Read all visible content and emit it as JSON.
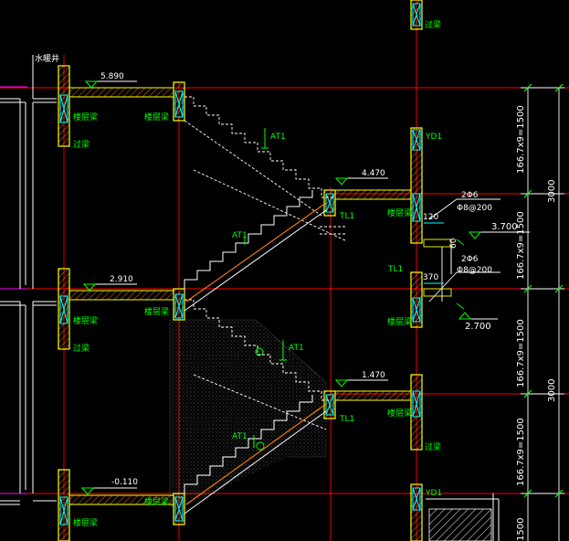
{
  "colors": {
    "background": "#000000",
    "grid": "#ff0000",
    "wall_outline": "#ffff00",
    "hatch": "#ff7f00",
    "column_mark": "#00ffff",
    "text_label": "#00ff00",
    "dimension": "#ffffff",
    "dim_tick": "#00ff00",
    "slab_edge": "#ff00ff"
  },
  "labels": {
    "shaft": "水暖井",
    "landing_beam": "楼层梁",
    "over_beam": "过梁",
    "at1": "AT1",
    "tl1": "TL1",
    "yd1": "YD1",
    "level_5890": "5.890",
    "level_4470": "4.470",
    "level_2910": "2.910",
    "level_1470": "1.470",
    "level_minus110": "-0.110",
    "level_3700": "3.700",
    "level_2700": "2.700",
    "bar_2c6_a": "2Φ6",
    "bar_c8_200_a": "Φ8@200",
    "bar_2c6_b": "2Φ6",
    "bar_c8_200_b": "Φ8@200",
    "dim_120": "120",
    "dim_370": "370",
    "num_60": "60",
    "dim_steps_1": "166.7x9=1500",
    "dim_steps_2": "166.7x9=1500",
    "dim_steps_3": "166.7x9=1500",
    "dim_steps_4": "166.7x9=1500",
    "dim_steps_5": "1500",
    "dim_3000_a": "3000",
    "dim_3000_b": "3000"
  }
}
